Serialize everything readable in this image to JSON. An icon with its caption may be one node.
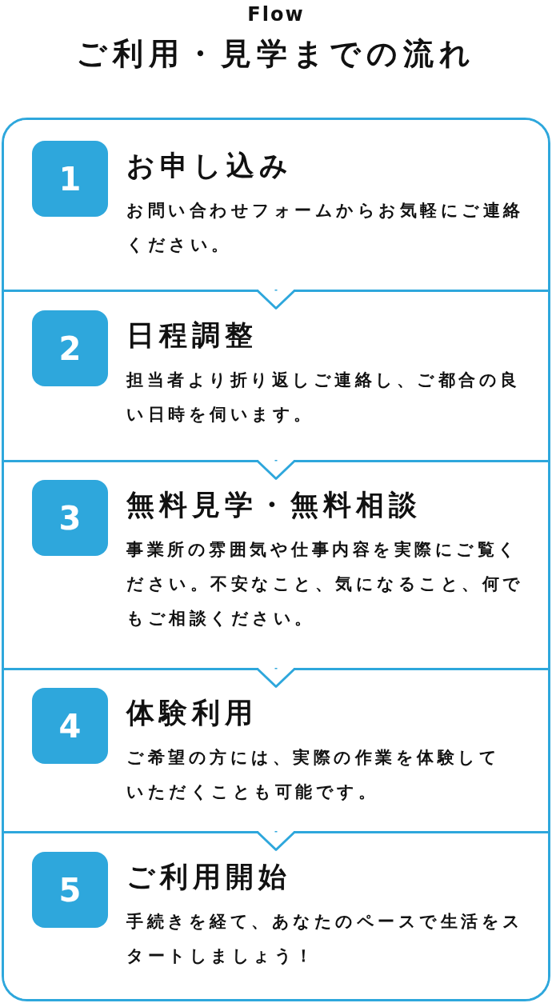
{
  "diagram": {
    "title": "ご利用・見学までの流れ",
    "nodes": [
      {
        "text": [
          "お申し込み",
          "お問い合わせフォームからお気軽にご連絡ください。"
        ]
      },
      {
        "text": [
          "1"
        ],
        "in": 0
      },
      {
        "text": [
          "日程調整",
          "担当者より折り返しご連絡し、ご都合の良い日時を伺います。"
        ]
      },
      {
        "text": [
          "2"
        ],
        "in": 2
      },
      {
        "text": [
          "無料見学・無料相談",
          "事業所の雰囲気や仕事内容を実際にご覧ください。不安なこと、気になること、何でもご相談ください。"
        ]
      },
      {
        "text": [
          "3"
        ],
        "in": 4
      },
      {
        "text": [
          "体験利用",
          "ご希望の方には、実際の作業を体験していただくことも可能です。"
        ]
      },
      {
        "text": [
          "4"
        ],
        "in": 6
      },
      {
        "text": [
          "ご利用開始",
          "手続きを経て、あなたのペースで生活をスタートしましょう！"
        ]
      },
      {
        "text": [
          "5"
        ],
        "in": 8
      }
    ],
    "edges": [
      {
        "from": 0,
        "to": 2,
        "arrow": "to"
      },
      {
        "from": 2,
        "to": 4,
        "arrow": "to"
      },
      {
        "from": 4,
        "to": 6,
        "arrow": "to"
      },
      {
        "from": 6,
        "to": 8,
        "arrow": "to"
      }
    ],
    "labels": [
      "Flow"
    ]
  }
}
